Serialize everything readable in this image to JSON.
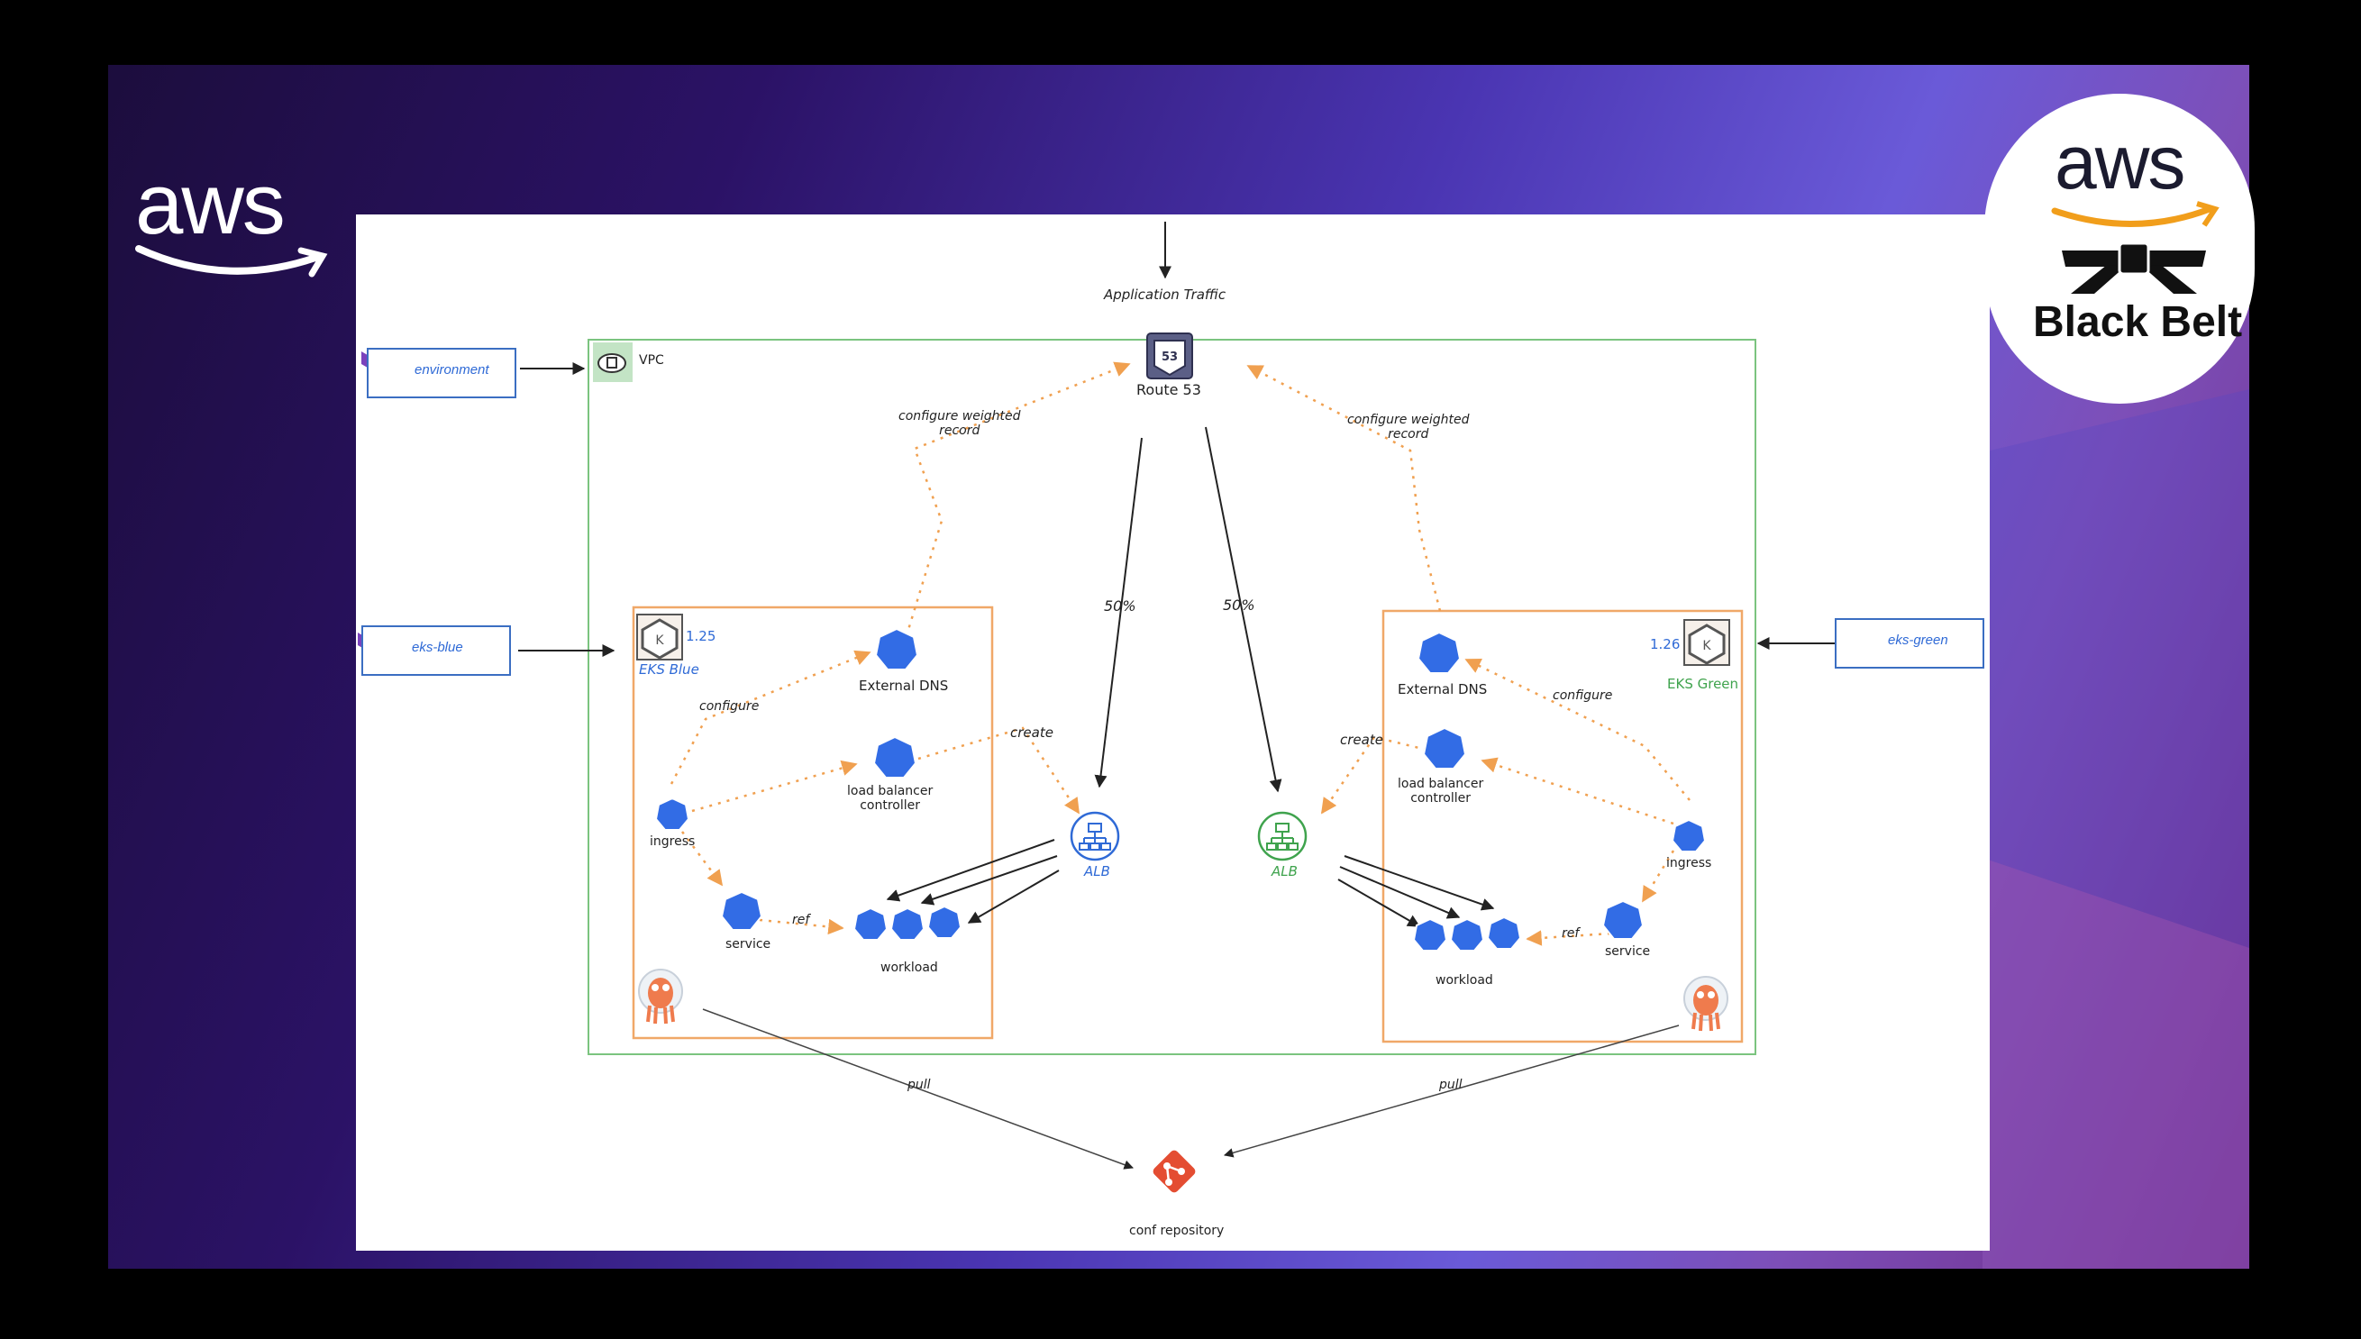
{
  "branding": {
    "left_logo": "aws",
    "badge_logo": "aws",
    "badge_text": "Black Belt"
  },
  "diagram": {
    "app_traffic": "Application Traffic",
    "vpc": "VPC",
    "route53": "Route 53",
    "route53_icon": "53",
    "weighted_left": [
      "configure weighted",
      "record"
    ],
    "weighted_right": [
      "configure weighted",
      "record"
    ],
    "split_left": "50%",
    "split_right": "50%",
    "tf_environment": "environment",
    "tf_blue": "eks-blue",
    "tf_green": "eks-green",
    "blue": {
      "cluster": "EKS Blue",
      "version": "1.25",
      "external_dns": "External DNS",
      "lbc": [
        "load balancer",
        "controller"
      ],
      "ingress": "ingress",
      "service": "service",
      "workload": "workload",
      "configure": "configure",
      "create": "create",
      "ref": "ref",
      "alb": "ALB"
    },
    "green": {
      "cluster": "EKS Green",
      "version": "1.26",
      "external_dns": "External DNS",
      "lbc": [
        "load balancer",
        "controller"
      ],
      "ingress": "ingress",
      "service": "service",
      "workload": "workload",
      "configure": "configure",
      "create": "create",
      "ref": "ref",
      "alb": "ALB"
    },
    "pull_left": "pull",
    "pull_right": "pull",
    "repo": "conf repository"
  },
  "colors": {
    "slide_purple": "#4a35b2",
    "cluster_orange": "#f0a868",
    "vpc_green": "#7bc47f",
    "k8s_blue": "#326ce5",
    "arrow_orange": "#f0a050",
    "git_red": "#e44d32",
    "argo_orange": "#ef7b4d",
    "terraform_purple": "#7b42bc",
    "blue_label": "#2f6ad6",
    "green_label": "#3fa34d"
  }
}
